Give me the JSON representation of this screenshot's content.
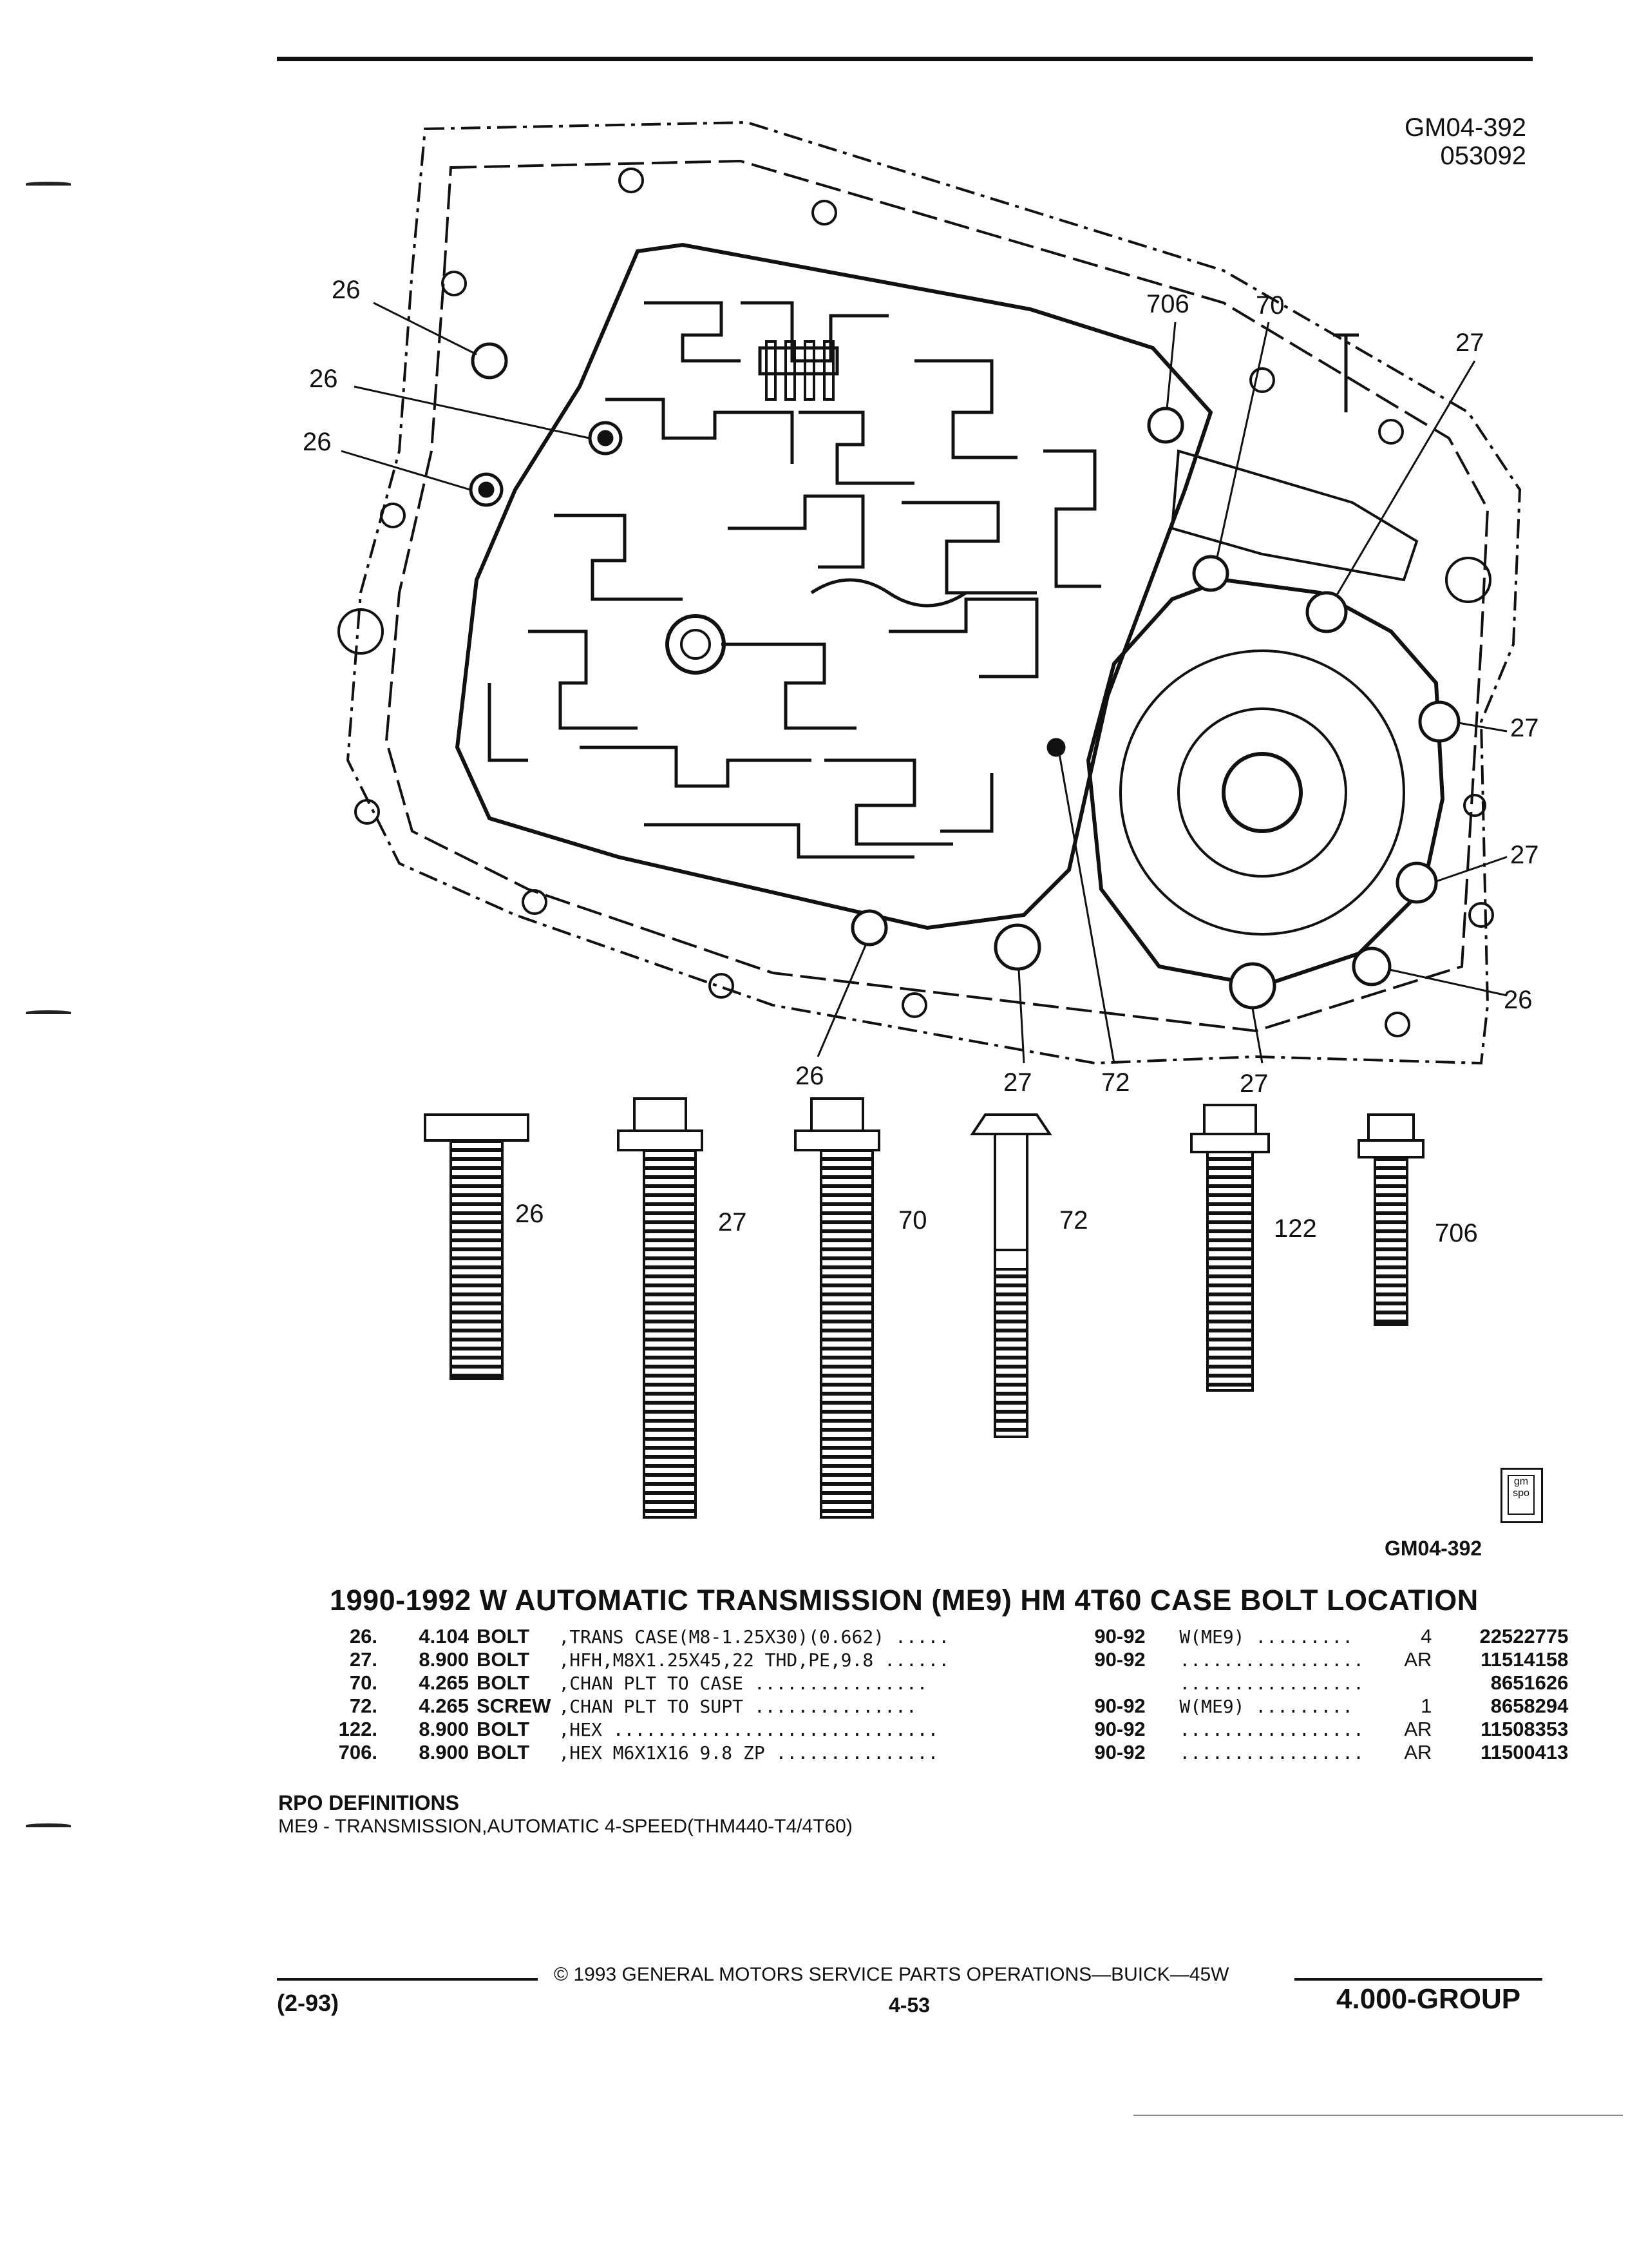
{
  "header": {
    "fig_code": "GM04-392",
    "fig_date": "053092"
  },
  "callouts": {
    "c26a": "26",
    "c26b": "26",
    "c26c": "26",
    "c26d": "26",
    "c26e": "26",
    "c706": "706",
    "c70": "70",
    "c27a": "27",
    "c27b": "27",
    "c27c": "27",
    "c27d": "27",
    "c27e": "27",
    "c72": "72"
  },
  "bolts": [
    {
      "ref": "26"
    },
    {
      "ref": "27"
    },
    {
      "ref": "70"
    },
    {
      "ref": "72"
    },
    {
      "ref": "122"
    },
    {
      "ref": "706"
    }
  ],
  "logo": {
    "text": "gm spo"
  },
  "fig_code_bottom": "GM04-392",
  "title": "1990-1992 W AUTOMATIC TRANSMISSION (ME9) HM 4T60 CASE BOLT LOCATION",
  "parts": [
    {
      "ref": "26.",
      "qty_code": "4.104",
      "kind": "BOLT",
      "desc": ",TRANS CASE(M8-1.25X30)(0.662) .....",
      "years": "90-92",
      "app": "W(ME9) .........",
      "unit": "4",
      "pn": "22522775"
    },
    {
      "ref": "27.",
      "qty_code": "8.900",
      "kind": "BOLT",
      "desc": ",HFH,M8X1.25X45,22 THD,PE,9.8 ......",
      "years": "90-92",
      "app": ".................",
      "unit": "AR",
      "pn": "11514158"
    },
    {
      "ref": "70.",
      "qty_code": "4.265",
      "kind": "BOLT",
      "desc": ",CHAN PLT TO CASE ................",
      "years": "",
      "app": ".................",
      "unit": "",
      "pn": "8651626"
    },
    {
      "ref": "72.",
      "qty_code": "4.265",
      "kind": "SCREW",
      "desc": ",CHAN PLT TO SUPT ...............",
      "years": "90-92",
      "app": "W(ME9) .........",
      "unit": "1",
      "pn": "8658294"
    },
    {
      "ref": "122.",
      "qty_code": "8.900",
      "kind": "BOLT",
      "desc": ",HEX ..............................",
      "years": "90-92",
      "app": ".................",
      "unit": "AR",
      "pn": "11508353"
    },
    {
      "ref": "706.",
      "qty_code": "8.900",
      "kind": "BOLT",
      "desc": ",HEX M6X1X16 9.8 ZP ...............",
      "years": "90-92",
      "app": ".................",
      "unit": "AR",
      "pn": "11500413"
    }
  ],
  "rpo": {
    "heading": "RPO DEFINITIONS",
    "definition": "ME9 - TRANSMISSION,AUTOMATIC 4-SPEED(THM440-T4/4T60)"
  },
  "footer": {
    "copyright": "© 1993 GENERAL MOTORS SERVICE PARTS OPERATIONS—BUICK—45W",
    "date": "(2-93)",
    "page": "4-53",
    "group": "4.000-GROUP"
  }
}
